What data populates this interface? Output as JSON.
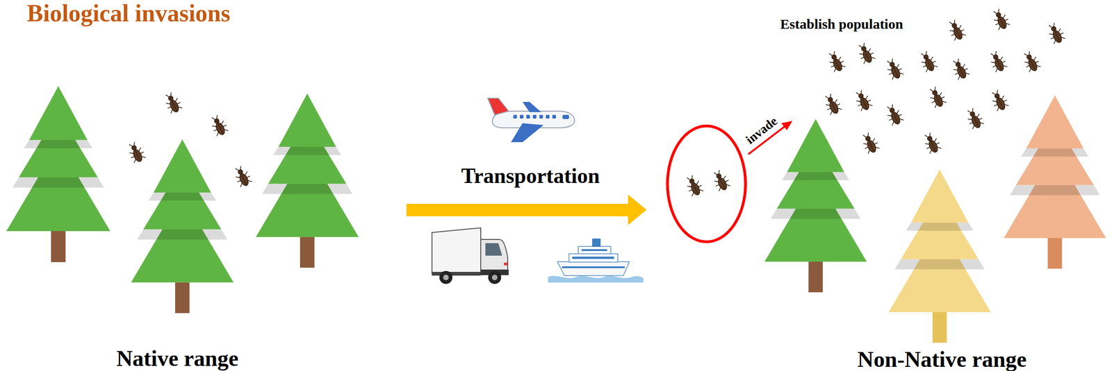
{
  "diagram": {
    "title": "Biological invasions",
    "labels": [
      "Transportation",
      "invade",
      "Establish population",
      "Native range",
      "Non-Native range"
    ]
  }
}
